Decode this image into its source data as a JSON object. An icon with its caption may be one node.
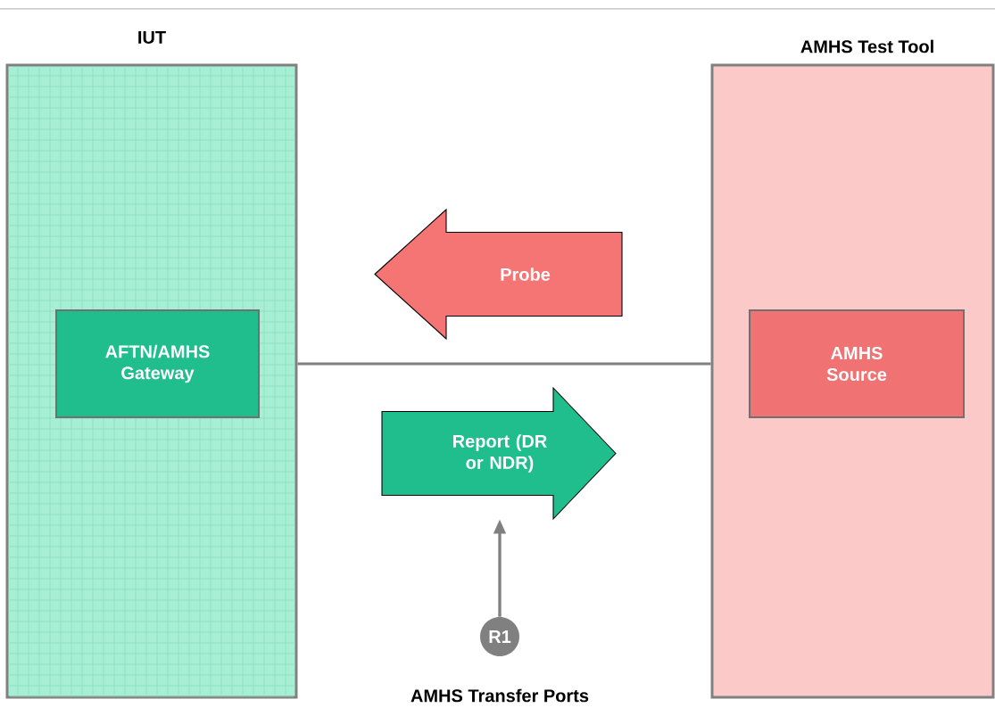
{
  "diagram": {
    "nodes": [
      {
        "text": [
          "IUT"
        ]
      },
      {
        "text": [
          "AFTN/AMHS Gateway"
        ],
        "in": 0
      },
      {
        "text": [
          "AMHS Test Tool"
        ]
      },
      {
        "text": [
          "AMHS Source"
        ],
        "in": 2
      },
      {
        "text": [
          "Probe"
        ]
      },
      {
        "text": [
          "Report (DR or NDR)"
        ]
      },
      {
        "text": [
          "R1"
        ]
      }
    ],
    "edges": [
      {
        "from": 0,
        "to": 2,
        "arrow": "none"
      },
      {
        "from": 6,
        "to": 5,
        "arrow": "to"
      }
    ],
    "labels": [
      "AMHS Transfer Ports"
    ]
  }
}
